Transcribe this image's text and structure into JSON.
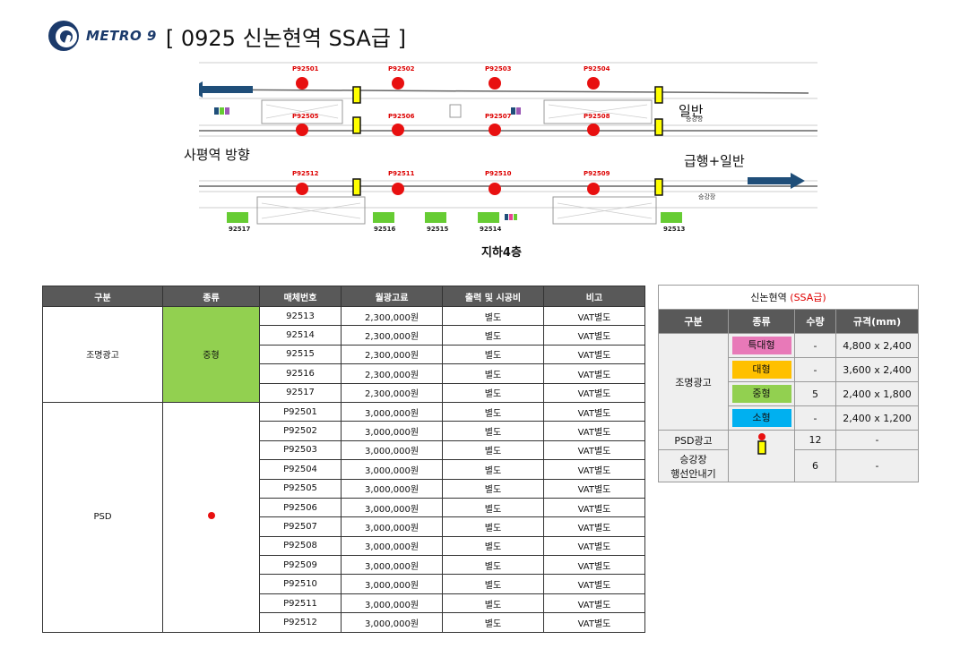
{
  "header": {
    "logo_text": "METRO 9",
    "title": "[ 0925  신논현역 SSA급 ]"
  },
  "map": {
    "psd_top": [
      "P92501",
      "P92502",
      "P92503",
      "P92504"
    ],
    "psd_mid": [
      "P92505",
      "P92506",
      "P92507",
      "P92508"
    ],
    "psd_bot": [
      "P92512",
      "P92511",
      "P92510",
      "P92509"
    ],
    "lightbox_labels": [
      "92517",
      "92516",
      "92515",
      "92514",
      "92513"
    ],
    "direction_label": "사평역 방향",
    "track_label_normal": "일반",
    "track_label_express": "급행+일반",
    "floor_label": "지하4층",
    "elevator_label": "승강장"
  },
  "main_table": {
    "headers": [
      "구분",
      "종류",
      "매체번호",
      "월광고료",
      "출력 및 시공비",
      "비고"
    ],
    "group1": {
      "category": "조명광고",
      "type": "중형",
      "rows": [
        [
          "92513",
          "2,300,000원",
          "별도",
          "VAT별도"
        ],
        [
          "92514",
          "2,300,000원",
          "별도",
          "VAT별도"
        ],
        [
          "92515",
          "2,300,000원",
          "별도",
          "VAT별도"
        ],
        [
          "92516",
          "2,300,000원",
          "별도",
          "VAT별도"
        ],
        [
          "92517",
          "2,300,000원",
          "별도",
          "VAT별도"
        ]
      ]
    },
    "group2": {
      "category": "PSD",
      "rows": [
        [
          "P92501",
          "3,000,000원",
          "별도",
          "VAT별도"
        ],
        [
          "P92502",
          "3,000,000원",
          "별도",
          "VAT별도"
        ],
        [
          "P92503",
          "3,000,000원",
          "별도",
          "VAT별도"
        ],
        [
          "P92504",
          "3,000,000원",
          "별도",
          "VAT별도"
        ],
        [
          "P92505",
          "3,000,000원",
          "별도",
          "VAT별도"
        ],
        [
          "P92506",
          "3,000,000원",
          "별도",
          "VAT별도"
        ],
        [
          "P92507",
          "3,000,000원",
          "별도",
          "VAT별도"
        ],
        [
          "P92508",
          "3,000,000원",
          "별도",
          "VAT별도"
        ],
        [
          "P92509",
          "3,000,000원",
          "별도",
          "VAT별도"
        ],
        [
          "P92510",
          "3,000,000원",
          "별도",
          "VAT별도"
        ],
        [
          "P92511",
          "3,000,000원",
          "별도",
          "VAT별도"
        ],
        [
          "P92512",
          "3,000,000원",
          "별도",
          "VAT별도"
        ]
      ]
    }
  },
  "side_table": {
    "title_main": "신논현역 ",
    "title_grade": "(SSA급)",
    "headers": [
      "구분",
      "종류",
      "수량",
      "규격(mm)"
    ],
    "lightbox_category": "조명광고",
    "lightbox_rows": [
      {
        "type": "특대형",
        "qty": "-",
        "size": "4,800 x 2,400",
        "color": "#e879b8"
      },
      {
        "type": "대형",
        "qty": "-",
        "size": "3,600 x 2,400",
        "color": "#ffc000"
      },
      {
        "type": "중형",
        "qty": "5",
        "size": "2,400 x 1,800",
        "color": "#92d050"
      },
      {
        "type": "소형",
        "qty": "-",
        "size": "2,400 x 1,200",
        "color": "#00b0f0"
      }
    ],
    "psd": {
      "category": "PSD광고",
      "qty": "12",
      "size": "-"
    },
    "guide": {
      "category_line1": "승강장",
      "category_line2": "행선안내기",
      "qty": "6",
      "size": "-"
    }
  }
}
